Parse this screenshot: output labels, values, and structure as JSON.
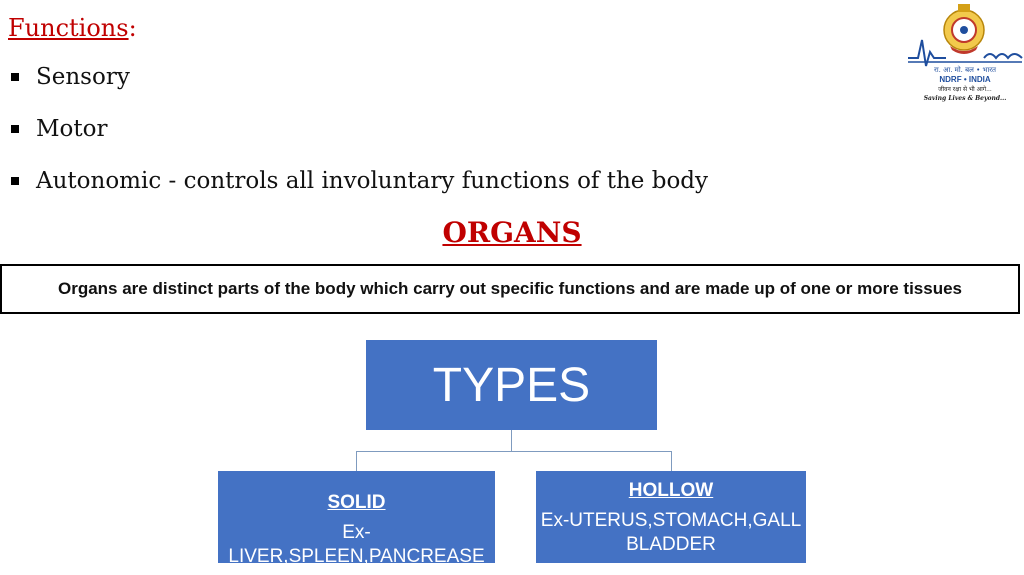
{
  "functions": {
    "title": "Functions",
    "colon": ":",
    "items": [
      "Sensory",
      "Motor",
      "Autonomic - controls all involuntary functions of the body"
    ]
  },
  "organs": {
    "title": "ORGANS",
    "definition": "Organs are distinct parts of the body which carry out specific functions and are made up of one or more tissues"
  },
  "diagram": {
    "root": "TYPES",
    "solid": {
      "title": "SOLID",
      "example": "Ex-LIVER,SPLEEN,PANCREASE"
    },
    "hollow": {
      "title": "HOLLOW",
      "example_line1": "Ex-UTERUS,STOMACH,GALL",
      "example_line2": "BLADDER"
    }
  },
  "logo": {
    "hindi_line": "रा. आ. मो. बल • भारत",
    "org": "NDRF • INDIA",
    "hindi_motto": "जीवन रक्षा से भी आगे...",
    "motto": "Saving Lives & Beyond..."
  },
  "colors": {
    "accent_red": "#c00000",
    "box_blue": "#4472c4",
    "logo_blue": "#1f4e9e"
  }
}
